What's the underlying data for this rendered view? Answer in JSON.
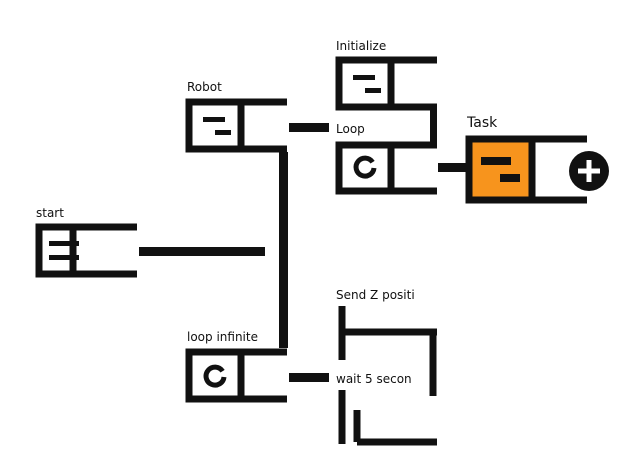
{
  "colors": {
    "stroke": "#111111",
    "background": "#ffffff",
    "accent": "#f7941d",
    "plus_bg": "#111111",
    "plus_fg": "#ffffff"
  },
  "nodes": {
    "start": {
      "label": "start",
      "icon": "sequence-icon"
    },
    "robot": {
      "label": "Robot",
      "icon": "sequence-icon"
    },
    "loop_infinite": {
      "label": "loop infinite",
      "icon": "loop-icon"
    },
    "initialize": {
      "label": "Initialize",
      "icon": "sequence-icon"
    },
    "loop": {
      "label": "Loop",
      "icon": "loop-icon"
    },
    "task": {
      "label": "Task",
      "icon": "sequence-icon",
      "selected": true
    },
    "send_z": {
      "label": "Send Z positi"
    },
    "wait": {
      "label": "wait 5 secon"
    }
  },
  "add_button": {
    "icon": "plus-icon"
  }
}
